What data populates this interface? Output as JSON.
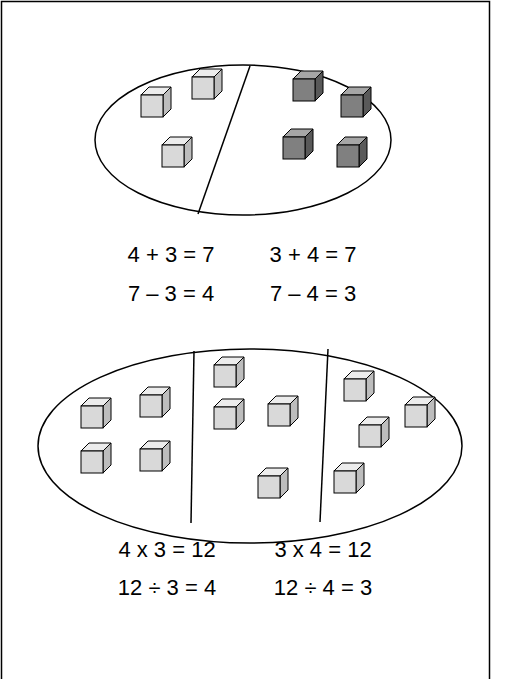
{
  "diagram": {
    "labels": [
      "4 + 3 = 7",
      "3 + 4 = 7",
      "7 – 3 = 4",
      "7 – 4 = 3",
      "4 x 3 = 12",
      "3 x 4 = 12",
      "12 ÷ 3 = 4",
      "12 ÷ 4 = 3"
    ]
  }
}
